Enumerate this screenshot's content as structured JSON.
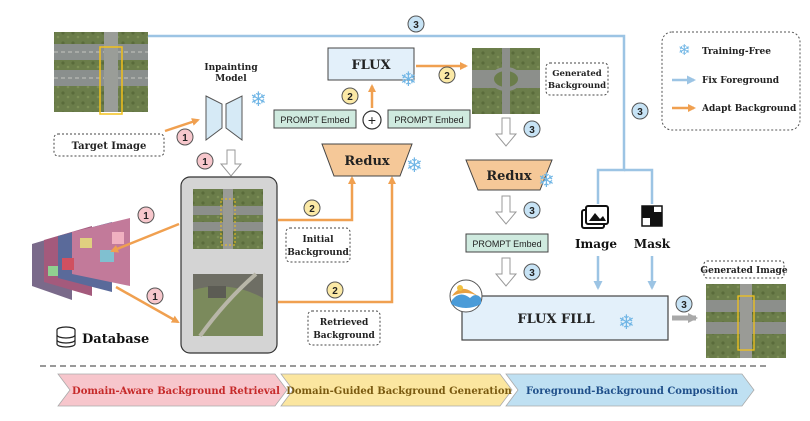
{
  "labels": {
    "target_image": "Target Image",
    "inpainting_model": [
      "Inpainting",
      "Model"
    ],
    "database": "Database",
    "flux": "FLUX",
    "redux_top": "Redux",
    "redux_right": "Redux",
    "prompt_embed_left": "PROMPT Embed",
    "prompt_embed_right": "PROMPT Embed",
    "prompt_embed_bottom": "PROMPT Embed",
    "generated_background": [
      "Generated",
      "Background"
    ],
    "initial_background": [
      "Initial",
      "Background"
    ],
    "retrieved_background": [
      "Retrieved",
      "Background"
    ],
    "image": "Image",
    "mask": "Mask",
    "flux_fill": "FLUX FILL",
    "generated_image": "Generated Image",
    "plus": "+"
  },
  "steps": {
    "one": "1",
    "two": "2",
    "three": "3"
  },
  "legend": {
    "training_free": "Training-Free",
    "fix_foreground": "Fix Foreground",
    "adapt_background": "Adapt Background"
  },
  "stages": [
    {
      "label": "Domain-Aware Background Retrieval",
      "color": "#f7c6cc"
    },
    {
      "label": "Domain-Guided Background Generation",
      "color": "#fbe6a0"
    },
    {
      "label": "Foreground-Background Composition",
      "color": "#bfe0f2"
    }
  ],
  "colors": {
    "orange_arrow": "#f0a050",
    "blue_arrow": "#9cc4e4",
    "step1_fill": "#f7c7cc",
    "step2_fill": "#fbe9a6",
    "step3_fill": "#c7e3f5",
    "flux_fill": "#e3f0fa",
    "redux_fill": "#f5c898",
    "prompt_fill": "#cfeadf"
  }
}
